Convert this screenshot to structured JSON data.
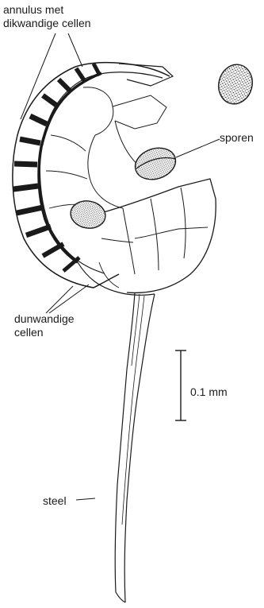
{
  "labels": {
    "annulus": [
      "annulus met",
      "dikwandige cellen"
    ],
    "sporen": "sporen",
    "dunwandige": [
      "dunwandige",
      "cellen"
    ],
    "scale": "0.1 mm",
    "steel": "steel"
  },
  "colors": {
    "ink": "#1a1a1a",
    "background": "#ffffff"
  }
}
